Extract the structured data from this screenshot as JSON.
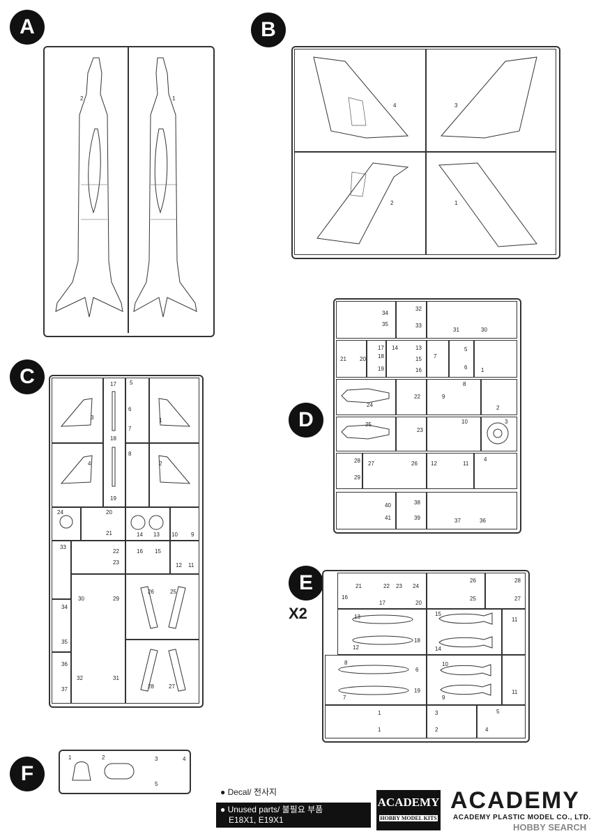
{
  "sprues": {
    "a": {
      "letter": "A",
      "part_numbers": [
        "2",
        "1"
      ]
    },
    "b": {
      "letter": "B",
      "part_numbers": [
        "4",
        "3",
        "2",
        "1"
      ]
    },
    "c": {
      "letter": "C",
      "part_numbers": [
        "3",
        "17",
        "5",
        "6",
        "7",
        "1",
        "4",
        "18",
        "8",
        "2",
        "19",
        "24",
        "20",
        "21",
        "14",
        "13",
        "10",
        "9",
        "33",
        "22",
        "23",
        "16",
        "15",
        "12",
        "11",
        "30",
        "29",
        "26",
        "25",
        "34",
        "35",
        "36",
        "37",
        "32",
        "31",
        "28",
        "27"
      ]
    },
    "d": {
      "letter": "D",
      "part_numbers": [
        "34",
        "35",
        "32",
        "33",
        "31",
        "30",
        "21",
        "20",
        "17",
        "18",
        "19",
        "14",
        "13",
        "15",
        "16",
        "7",
        "5",
        "6",
        "1",
        "24",
        "22",
        "9",
        "8",
        "2",
        "25",
        "23",
        "10",
        "3",
        "28",
        "29",
        "27",
        "26",
        "12",
        "11",
        "4",
        "40",
        "41",
        "38",
        "39",
        "37",
        "36"
      ]
    },
    "e": {
      "letter": "E",
      "multiplier": "X2",
      "part_numbers": [
        "21",
        "22",
        "23",
        "24",
        "26",
        "28",
        "16",
        "17",
        "20",
        "25",
        "27",
        "13",
        "15",
        "11",
        "18",
        "12",
        "14",
        "8",
        "6",
        "10",
        "11",
        "19",
        "7",
        "9",
        "1",
        "3",
        "5",
        "1",
        "2",
        "4"
      ]
    },
    "f": {
      "letter": "F",
      "part_numbers": [
        "1",
        "2",
        "3",
        "4",
        "5"
      ]
    }
  },
  "legend": {
    "decal": "Decal/ 전사지",
    "unused_line1": "Unused parts/ 불필요 부품",
    "unused_line2": "E18X1, E19X1"
  },
  "brand": {
    "box_title": "ACADEMY",
    "box_subtitle": "HOBBY MODEL KITS",
    "logo": "ACADEMY",
    "company": "ACADEMY PLASTIC MODEL CO., LTD.",
    "watermark": "HOBBY SEARCH"
  }
}
